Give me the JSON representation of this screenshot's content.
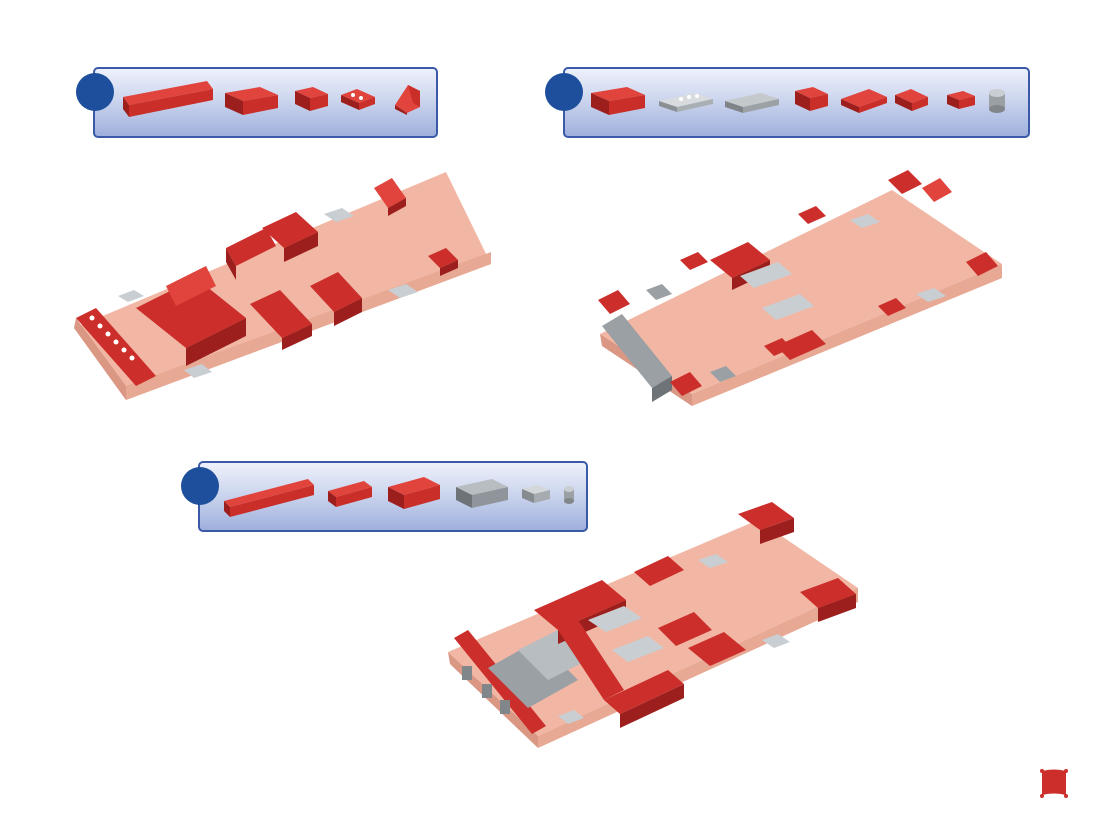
{
  "steps": [
    {
      "number": "",
      "parts": [
        "brick-1x8-red",
        "brick-2x4-red",
        "brick-2x2-red",
        "plate-2x2-red",
        "slope-2x2-red"
      ]
    },
    {
      "number": "",
      "parts": [
        "brick-2x4-red",
        "plate-2x4-gray",
        "plate-2x4-gray",
        "brick-2x2-red",
        "plate-2x4-red",
        "plate-2x2-red",
        "brick-1x2-red",
        "cylinder-gray"
      ]
    },
    {
      "number": "",
      "parts": [
        "brick-1x8-red",
        "brick-1x4-red",
        "brick-2x4-red",
        "brick-2x4-gray",
        "plate-1x2-gray",
        "round-1x1-gray"
      ]
    }
  ],
  "colors": {
    "brick_red": "#cc2f2b",
    "brick_red_dark": "#9c1f1d",
    "base_pink": "#f2b7a4",
    "base_pink_dark": "#d99784",
    "gray": "#9aa0a4",
    "gray_light": "#c9ced2",
    "panel_border": "#3a5aa8",
    "dot_blue": "#1d4f9c"
  },
  "icons": {
    "corner": "red-flag-icon"
  }
}
